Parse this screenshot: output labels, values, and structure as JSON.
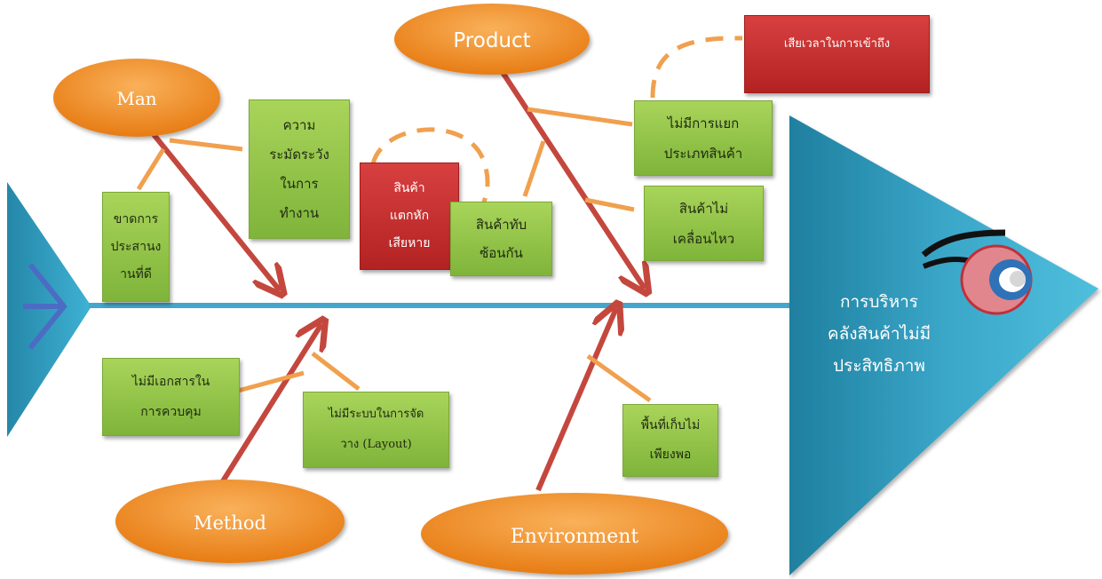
{
  "colors": {
    "spine": "#45a6cc",
    "head": "#2b93b8",
    "arrow": "#c4473e",
    "connector": "#f0a04e",
    "ellipse": "#f28a1c",
    "box": "#8fc24a",
    "red_box": "#c92a2a"
  },
  "categories": {
    "man": "Man",
    "product": "Product",
    "method": "Method",
    "environment": "Environment"
  },
  "causes": {
    "man_coordination": "ขาดการ\nประสานง\nานที่ดี",
    "man_carelessness": "ความ\nระมัดระวัง\nในการ\nทำงาน",
    "product_damaged": "สินค้า\nแตกหัก\nเสียหาย",
    "product_stacked": "สินค้าทับ\nซ้อนกัน",
    "product_no_sorting": "ไม่มีการแยก\nประเภทสินค้า",
    "product_not_moving": "สินค้าไม่\nเคลื่อนไหว",
    "product_time_waste": "เสียเวลาในการเข้าถึง",
    "method_no_documents": "ไม่มีเอกสารใน\nการควบคุม",
    "method_no_layout": "ไม่มีระบบในการจัด\nวาง (Layout)",
    "environment_space": "พื้นที่เก็บไม่\nเพียงพอ"
  },
  "problem": "การบริหาร\nคลังสินค้าไม่มี\nประสิทธิภาพ",
  "icons": {
    "eye": "eye-icon"
  }
}
